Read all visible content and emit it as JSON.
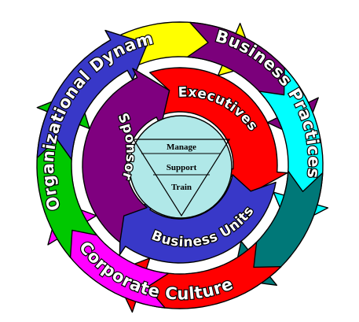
{
  "colors": {
    "outer": [
      "#ffff00",
      "#7b007b",
      "#00ffff",
      "#007878",
      "#ff0000",
      "#ff00ff",
      "#00c800",
      "#3838c8"
    ],
    "inner": [
      "#ff0000",
      "#3838c8",
      "#7f007f"
    ],
    "core": "#b0e8e8",
    "outline": "#000000"
  },
  "outer_ring": {
    "labels": {
      "business_practices": "Business Practices",
      "corporate_culture": "Corporate Culture",
      "organizational_dynamics": "Organizational Dynamics"
    }
  },
  "inner_ring": {
    "labels": {
      "executives": "Executives",
      "business_units": "Business Units",
      "sponsor": "Sponsor"
    }
  },
  "core": {
    "rows": [
      "Manage",
      "Support",
      "Train"
    ]
  }
}
